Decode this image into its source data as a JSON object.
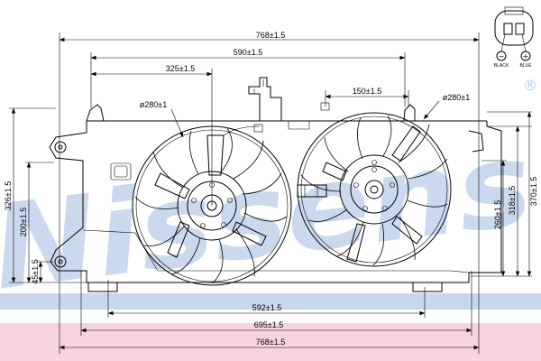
{
  "watermark": {
    "brand": "Nissens",
    "registered": "®",
    "stripe_colors": {
      "blue": "#c9d7ee",
      "pink": "#f6d3dd",
      "logo": "#b9cde9"
    }
  },
  "dimensions": {
    "width_top": "768±1.5",
    "width_mid": "590±1.5",
    "width_left_fan": "325±1.5",
    "offset_right": "150±1.5",
    "diameter_left": "ø280±1",
    "diameter_right": "ø280±1",
    "height_left_total": "326±1.5",
    "height_left_mid": "200±1.5",
    "height_left_low": "45±1.5",
    "height_right_a": "260±1.5",
    "height_right_b": "318±1.5",
    "height_right_total": "370±1.5",
    "width_bottom_1": "592±1.5",
    "width_bottom_2": "695±1.5",
    "width_bottom_3": "768±1.5"
  },
  "connector": {
    "minus_symbol": "−",
    "plus_symbol": "+",
    "minus_label": "BLACK",
    "plus_label": "BLUE"
  }
}
